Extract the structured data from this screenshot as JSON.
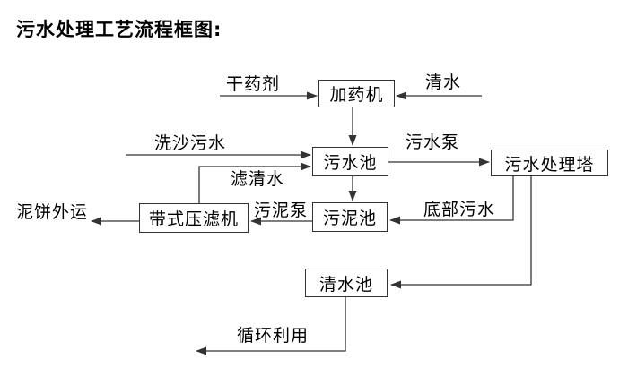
{
  "title": "污水处理工艺流程框图:",
  "nodes": {
    "dosing_machine": "加药机",
    "sewage_pool": "污水池",
    "treatment_tower": "污水处理塔",
    "sludge_pool": "污泥池",
    "belt_filter_press": "带式压滤机",
    "clear_water_pool": "清水池"
  },
  "edges": [
    {
      "from": "dry-agent-input",
      "to": "dosing_machine",
      "label": "干药剂"
    },
    {
      "from": "clear-water-input",
      "to": "dosing_machine",
      "label": "清水"
    },
    {
      "from": "dosing_machine",
      "to": "sewage_pool",
      "label": ""
    },
    {
      "from": "sand-washing-sewage-input",
      "to": "sewage_pool",
      "label": "洗沙污水"
    },
    {
      "from": "belt_filter_press",
      "to": "sewage_pool",
      "label": "滤清水"
    },
    {
      "from": "sewage_pool",
      "to": "treatment_tower",
      "label": "污水泵"
    },
    {
      "from": "sewage_pool",
      "to": "sludge_pool",
      "label": ""
    },
    {
      "from": "treatment_tower",
      "to": "sludge_pool",
      "label": "底部污水"
    },
    {
      "from": "sludge_pool",
      "to": "belt_filter_press",
      "label": "污泥泵"
    },
    {
      "from": "belt_filter_press",
      "to": "offsite-transport",
      "label": "泥饼外运"
    },
    {
      "from": "treatment_tower",
      "to": "clear_water_pool",
      "label": ""
    },
    {
      "from": "clear_water_pool",
      "to": "reuse-output",
      "label": "循环利用"
    }
  ],
  "colors": {
    "line": "#333333",
    "text": "#000000",
    "background": "#ffffff"
  }
}
